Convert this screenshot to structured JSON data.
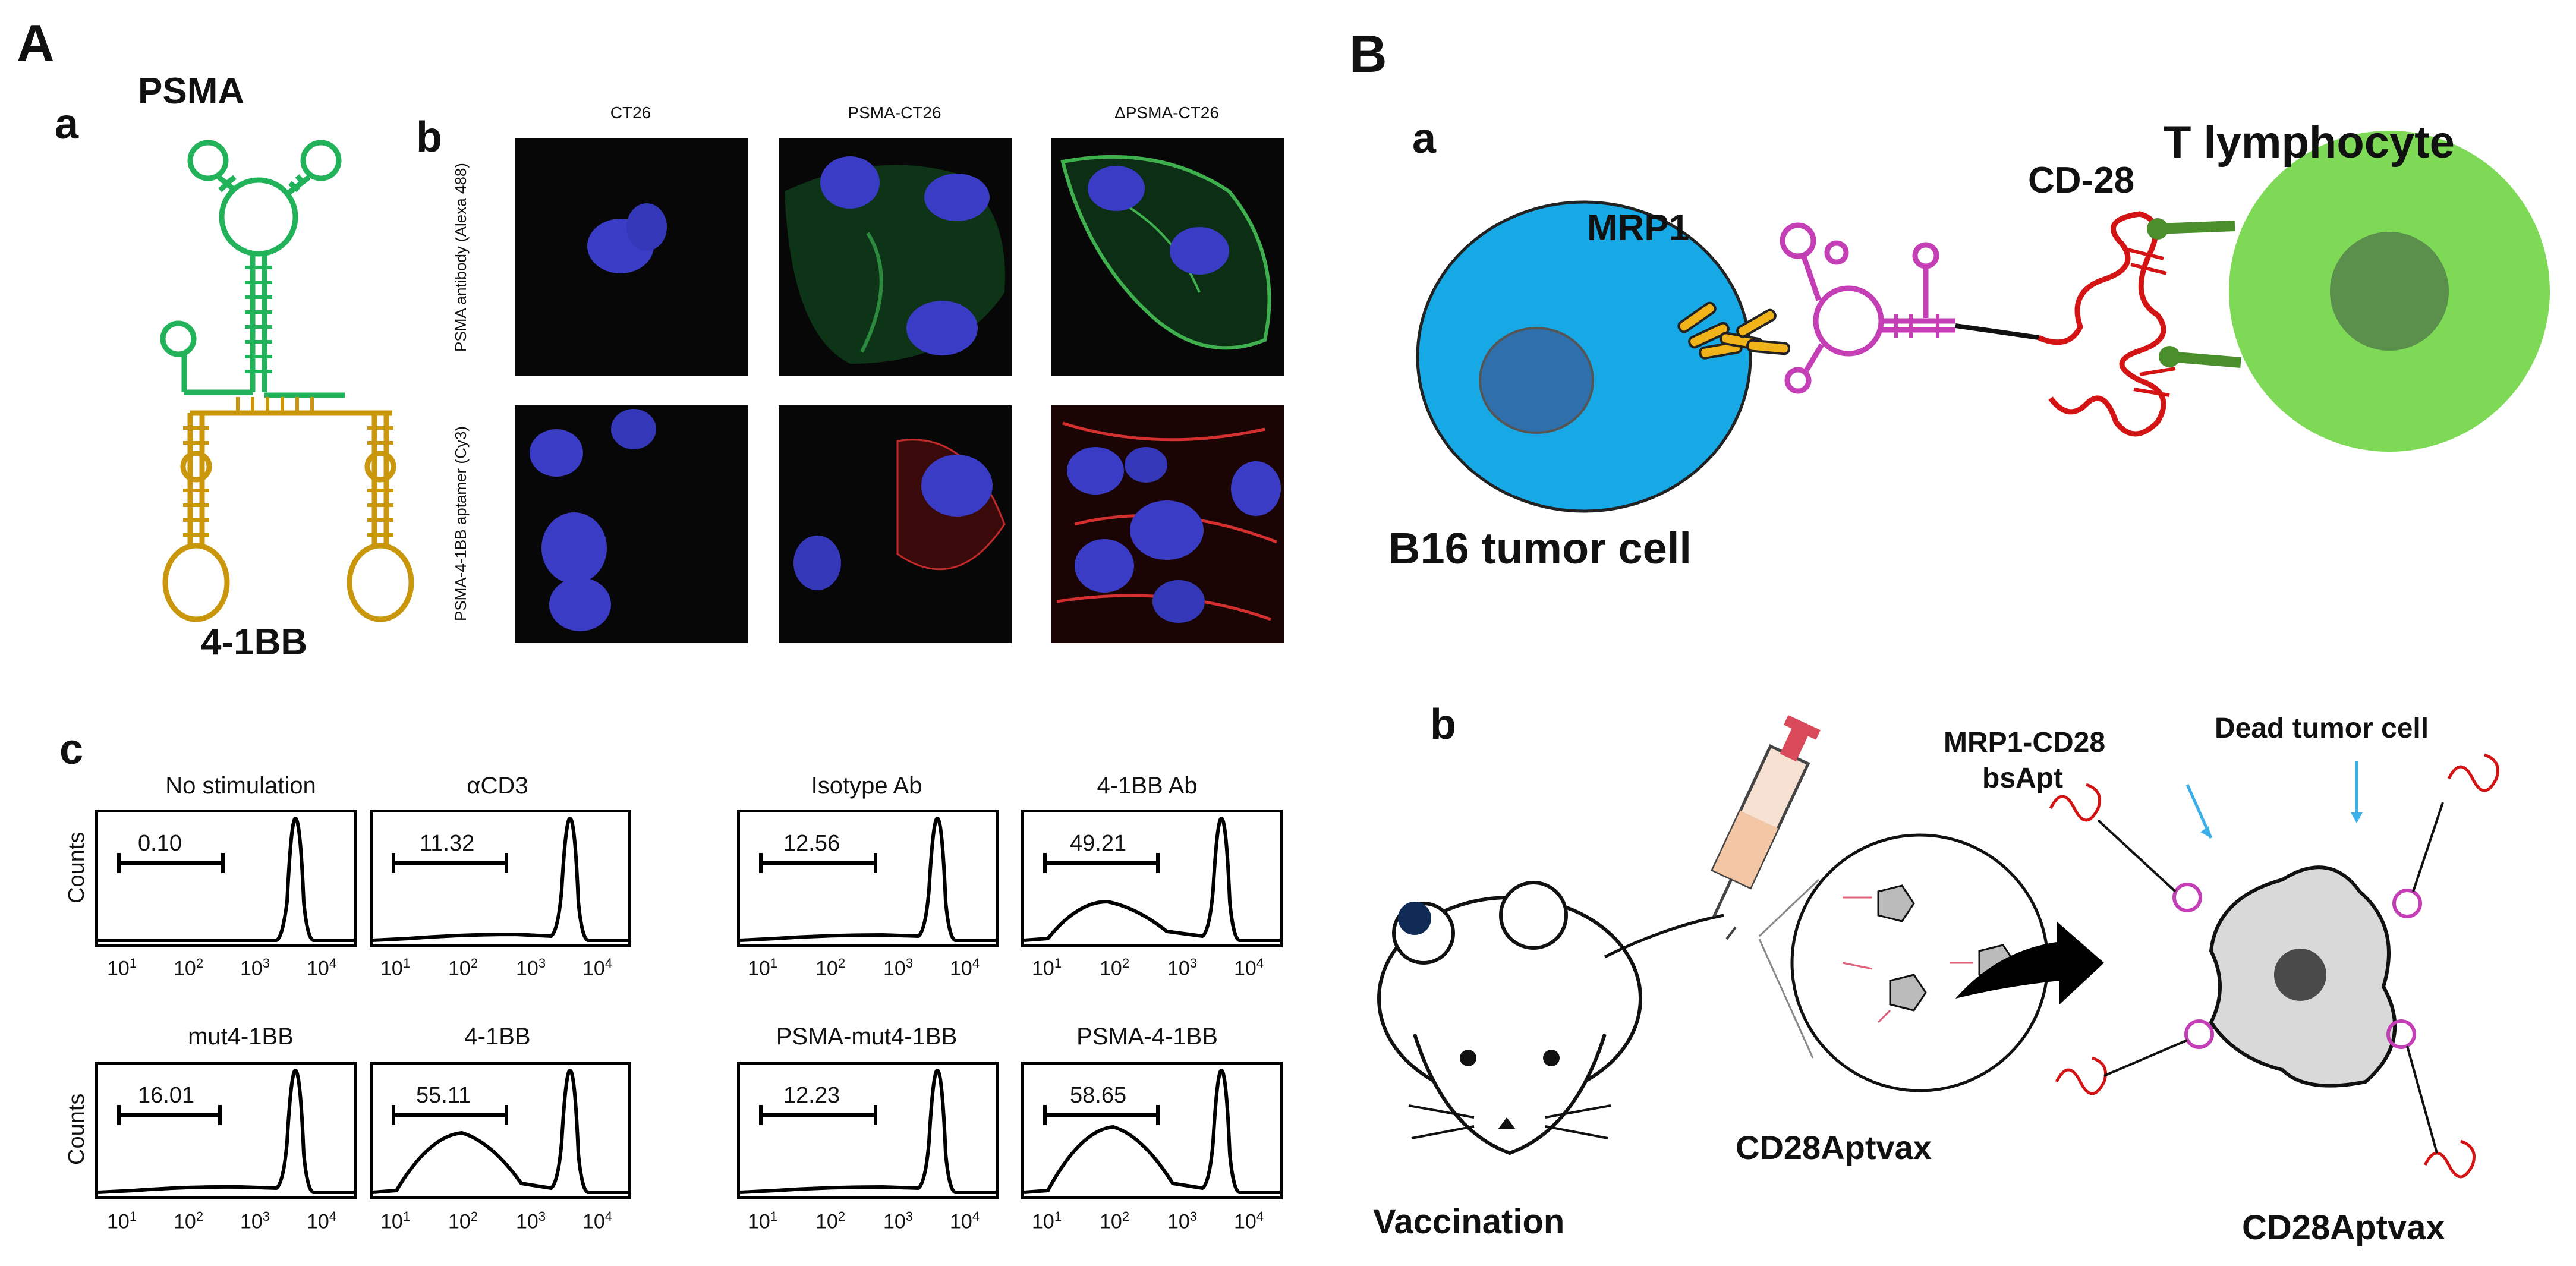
{
  "panel_A": {
    "letter": "A",
    "a": {
      "letter": "a",
      "top_label": "PSMA",
      "bottom_label": "4-1BB"
    },
    "b": {
      "letter": "b",
      "columns": [
        "CT26",
        "PSMA-CT26",
        "ΔPSMA-CT26"
      ],
      "rows": [
        "PSMA antibody (Alexa 488)",
        "PSMA-4-1BB aptamer (Cy3)"
      ]
    },
    "c": {
      "letter": "c",
      "y_label": "Counts",
      "x_tick_base": "10",
      "x_tick_exps": [
        "1",
        "2",
        "3",
        "4"
      ],
      "histograms": [
        {
          "title": "No stimulation",
          "gate": "0.10"
        },
        {
          "title": "αCD3",
          "gate": "11.32"
        },
        {
          "title": "Isotype Ab",
          "gate": "12.56"
        },
        {
          "title": "4-1BB Ab",
          "gate": "49.21"
        },
        {
          "title": "mut4-1BB",
          "gate": "16.01"
        },
        {
          "title": "4-1BB",
          "gate": "55.11"
        },
        {
          "title": "PSMA-mut4-1BB",
          "gate": "12.23"
        },
        {
          "title": "PSMA-4-1BB",
          "gate": "58.65"
        }
      ]
    }
  },
  "panel_B": {
    "letter": "B",
    "a": {
      "letter": "a",
      "t_cell": "T lymphocyte",
      "cd28": "CD-28",
      "mrp1": "MRP1",
      "tumor": "B16 tumor cell"
    },
    "b": {
      "letter": "b",
      "bsapt_line1": "MRP1-CD28",
      "bsapt_line2": "bsApt",
      "dead_cell": "Dead tumor cell",
      "vaccine": "CD28Aptvax",
      "vaccination": "Vaccination",
      "result": "CD28Aptvax"
    }
  },
  "colors": {
    "psma_green": "#22b35a",
    "bb_gold": "#c9960c",
    "tumor_blue": "#16a9e6",
    "tcell_green": "#7ed957",
    "aptamer_magenta": "#c43fb5",
    "cd28_red": "#d41414",
    "arrow_blue": "#3bb0e8"
  }
}
